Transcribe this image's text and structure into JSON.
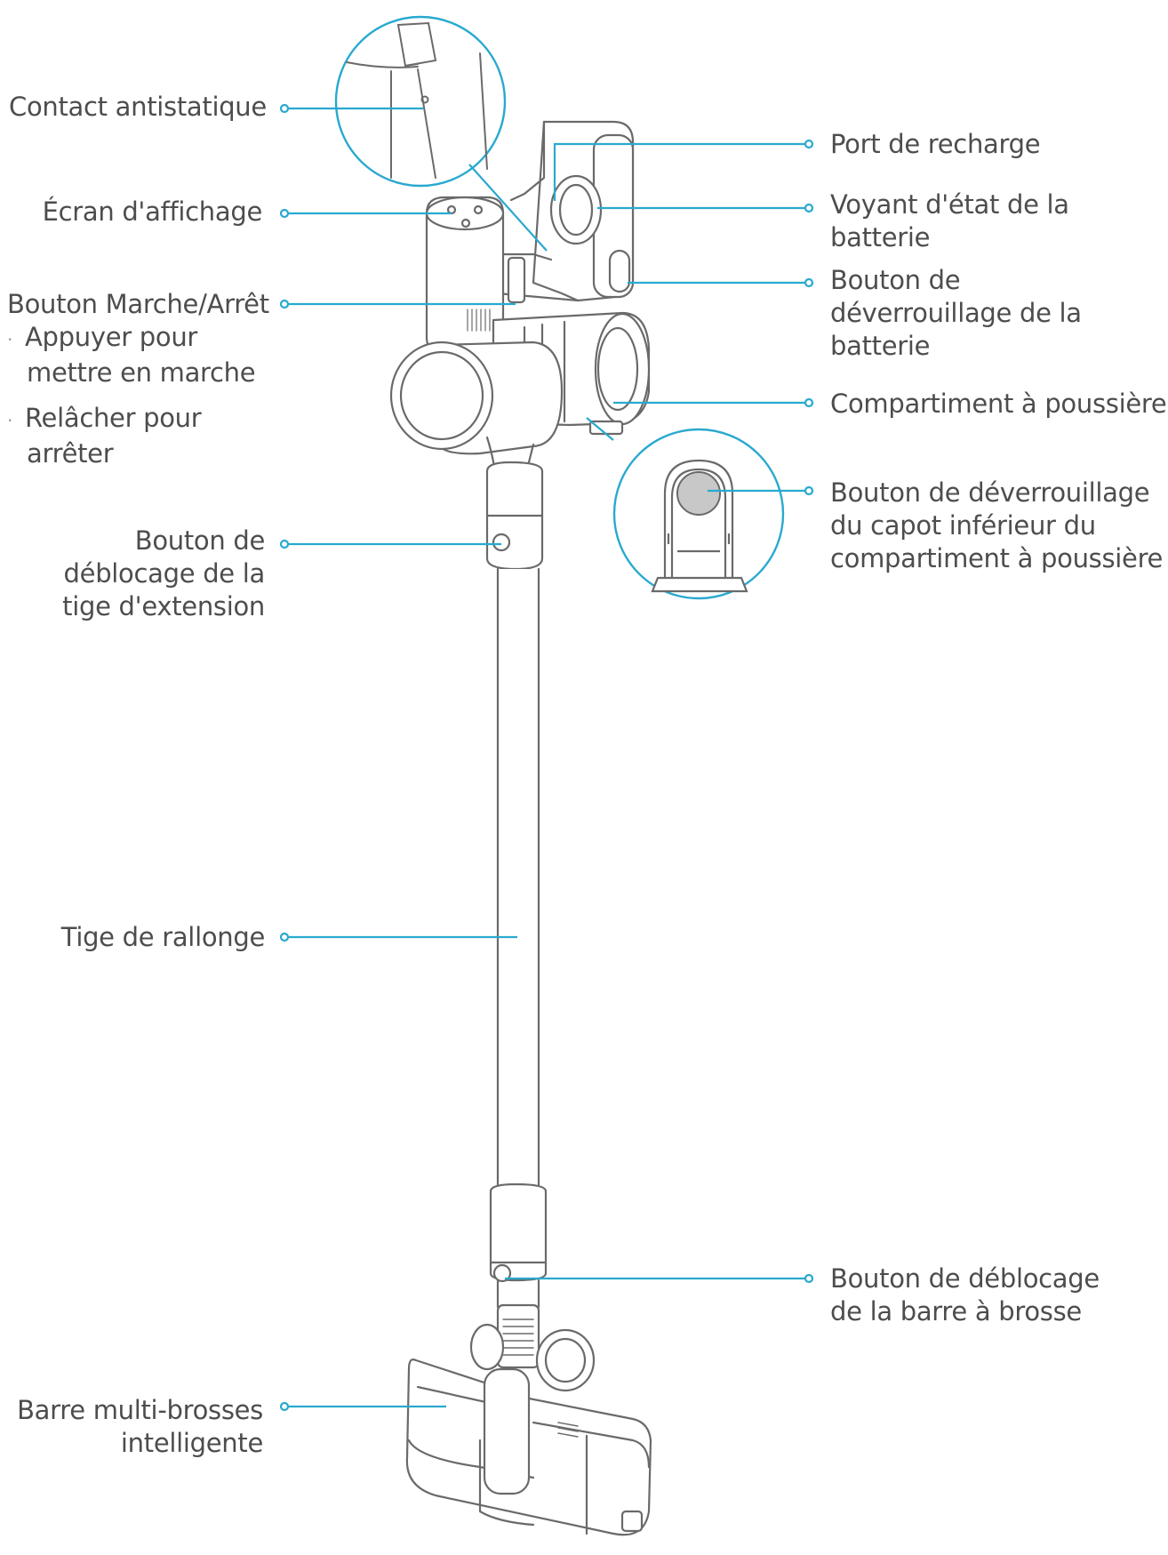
{
  "colors": {
    "callout": "#29a9cf",
    "outline": "#6a6a6a",
    "text": "#4d4d4d",
    "button_fill": "#c8c8c8"
  },
  "labels": {
    "antistatic_contact": "Contact antistatique",
    "display_screen": "Écran d'affichage",
    "power_button": {
      "title": "Bouton Marche/Arrêt",
      "bullet1_l1": "Appuyer pour",
      "bullet1_l2": "mettre en marche",
      "bullet2_l1": "Relâcher pour",
      "bullet2_l2": "arrêter"
    },
    "extension_release": {
      "l1": "Bouton de",
      "l2": "déblocage de la",
      "l3": "tige d'extension"
    },
    "extension_tube": "Tige de rallonge",
    "multi_brush": {
      "l1": "Barre multi-brosses",
      "l2": "intelligente"
    },
    "charging_port": "Port de recharge",
    "battery_indicator": {
      "l1": "Voyant d'état de la",
      "l2": "batterie"
    },
    "battery_release": {
      "l1": "Bouton de",
      "l2": "déverrouillage de la",
      "l3": "batterie"
    },
    "dust_compartment": "Compartiment à poussière",
    "dust_cover_release": {
      "l1": "Bouton de déverrouillage",
      "l2": "du capot inférieur du",
      "l3": "compartiment à poussière"
    },
    "brush_release": {
      "l1": "Bouton de déblocage",
      "l2": "de la barre à brosse"
    }
  }
}
